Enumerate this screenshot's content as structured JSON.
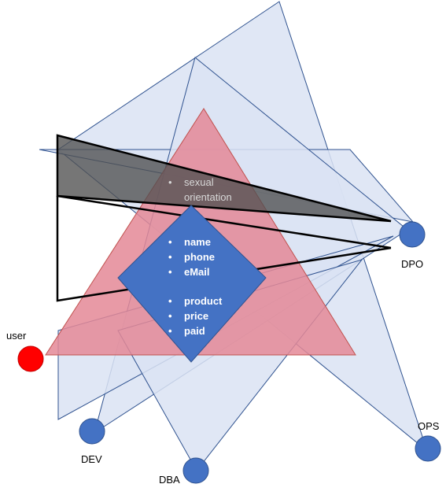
{
  "colors": {
    "background": "#ffffff",
    "role_triangle_fill": "#dae3f3",
    "role_triangle_stroke": "#2f528f",
    "data_triangle_fill": "#e48897",
    "data_triangle_stroke": "#c0504d",
    "diamond_fill": "#4472c4",
    "wedge_fill": "#6b6b6b",
    "node_fill": "#4472c4",
    "user_fill": "#ff0000"
  },
  "nodes": {
    "user": {
      "label": "user"
    },
    "dpo": {
      "label": "DPO"
    },
    "dev": {
      "label": "DEV"
    },
    "dba": {
      "label": "DBA"
    },
    "ops": {
      "label": "OPS"
    }
  },
  "data_items": {
    "sensitive": [
      "sexual",
      "orientation"
    ],
    "personal": [
      "name",
      "phone",
      "eMail"
    ],
    "order": [
      "product",
      "price",
      "paid"
    ]
  }
}
